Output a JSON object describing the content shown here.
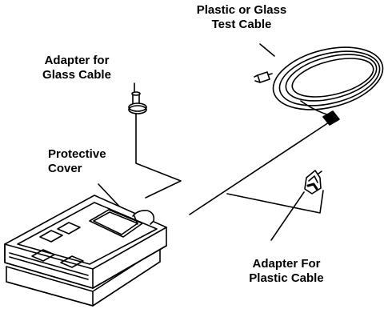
{
  "labels": {
    "test_cable": [
      "Plastic or Glass",
      "Test Cable"
    ],
    "glass_adapter": [
      "Adapter for",
      "Glass Cable"
    ],
    "protective_cover": [
      "Protective",
      "Cover"
    ],
    "plastic_adapter": [
      "Adapter For",
      "Plastic Cable"
    ]
  },
  "colors": {
    "ink": "#000000",
    "paper": "#ffffff"
  }
}
